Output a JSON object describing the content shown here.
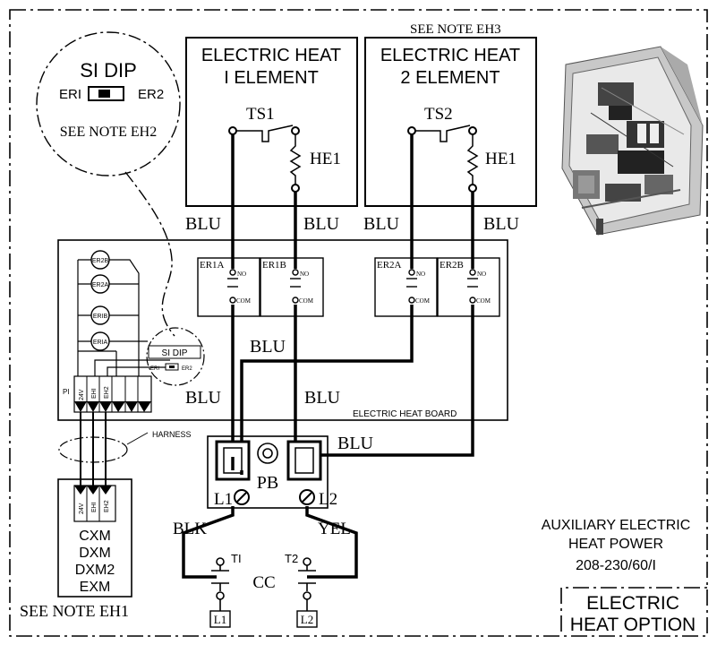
{
  "notes": {
    "eh1": "SEE NOTE EH1",
    "eh2": "SEE NOTE EH2",
    "eh3": "SEE NOTE EH3"
  },
  "heater_boxes": {
    "one": {
      "line1": "ELECTRIC HEAT",
      "line2": "I ELEMENT",
      "switch": "TS1",
      "element": "HE1"
    },
    "two": {
      "line1": "ELECTRIC HEAT",
      "line2": "2 ELEMENT",
      "switch": "TS2",
      "element": "HE1"
    }
  },
  "dip": {
    "title": "SI DIP",
    "left": "ERI",
    "right": "ER2",
    "small_left": "ERI",
    "small_right": "ER2"
  },
  "wires": {
    "blu": "BLU",
    "blk": "BLK",
    "yel": "YEL"
  },
  "relays": [
    {
      "name": "ER1A",
      "no": "NO",
      "com": "COM"
    },
    {
      "name": "ER1B",
      "no": "NO",
      "com": "COM"
    },
    {
      "name": "ER2A",
      "no": "NO",
      "com": "COM"
    },
    {
      "name": "ER2B",
      "no": "NO",
      "com": "COM"
    }
  ],
  "board": {
    "label": "ELECTRIC HEAT BOARD",
    "coils": [
      "ER2B",
      "ER2A",
      "ERIB",
      "ERIA"
    ],
    "connector": "PI",
    "pins": [
      "24V",
      "EHI",
      "EH2"
    ]
  },
  "harness": "HARNESS",
  "controller": {
    "pins": [
      "24V",
      "EHI",
      "EH2"
    ],
    "models": [
      "CXM",
      "DXM",
      "DXM2",
      "EXM"
    ]
  },
  "power_block": {
    "name": "PB",
    "l1": "L1",
    "l2": "L2"
  },
  "contactor": {
    "name": "CC",
    "t1": "TI",
    "t2": "T2",
    "line1": "L1",
    "line2": "L2"
  },
  "power_info": {
    "line1": "AUXILIARY ELECTRIC",
    "line2": "HEAT POWER",
    "line3": "208-230/60/I"
  },
  "option_title": {
    "line1": "ELECTRIC",
    "line2": "HEAT OPTION"
  }
}
